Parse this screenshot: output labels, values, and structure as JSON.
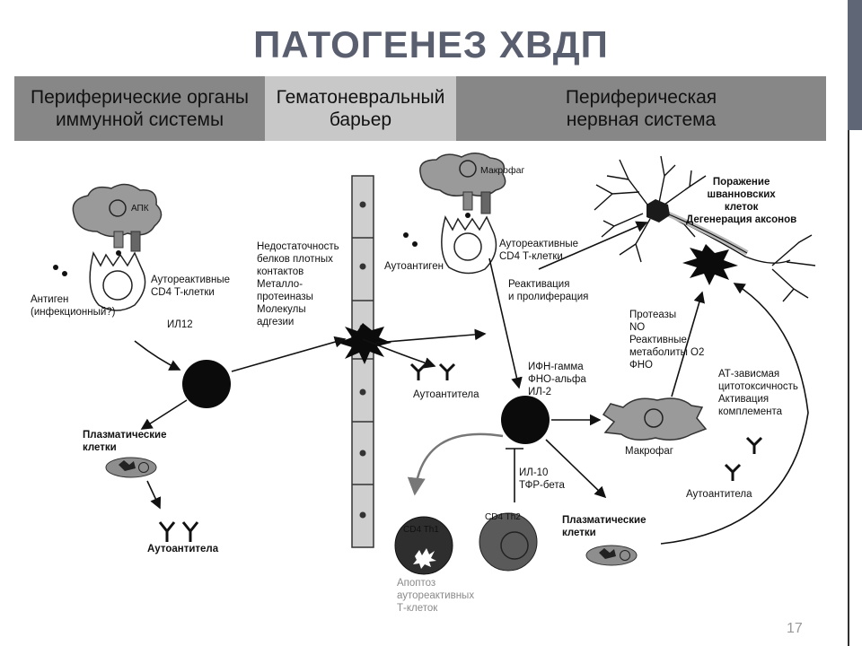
{
  "title": "ПАТОГЕНЕЗ ХВДП",
  "header": {
    "col1": "Периферические органы\nиммунной системы",
    "col2": "Гематоневральный\nбарьер",
    "col3": "Периферическая\nнервная система"
  },
  "labels": {
    "apk": "АПК",
    "antigen": "Антиген\n(инфекционный?)",
    "autoreactive_left": "Аутореактивные\nCD4 T-клетки",
    "il12": "ИЛ12",
    "plasma_left": "Плазматические\nклетки",
    "antibodies_left": "Аутоантитела",
    "barrier_factors": "Недостаточность\nбелков плотных\nконтактов\nМеталло-\nпротеиназы\nМолекулы\nадгезии",
    "macrophage_top": "Макрофаг",
    "autoantigen": "Аутоантиген",
    "autoreactive_right": "Аутореактивные\nCD4 T-клетки",
    "reactivation": "Реактивация\nи пролиферация",
    "antibodies_mid": "Аутоантитела",
    "cytokines": "ИФН-гамма\nФНО-альфа\nИЛ-2",
    "il10": "ИЛ-10\nТФР-бета",
    "th1": "CD4 Th1",
    "th2": "CD4 Th2",
    "apoptosis": "Апоптоз\nаутореактивных\nТ-клеток",
    "plasma_right": "Плазматические\nклетки",
    "macrophage_bottom": "Макрофаг",
    "proteases": "Протеазы\nNO\nРеактивные\nметаболиты O2\nФНО",
    "at_dependent": "АТ-зависмая\nцитотоксичность\nАктивация\nкомплемента",
    "antibodies_right": "Аутоантитела",
    "damage": "Поражение\nшванновских\nклеток\nДегенерация аксонов"
  },
  "page_number": "17"
}
